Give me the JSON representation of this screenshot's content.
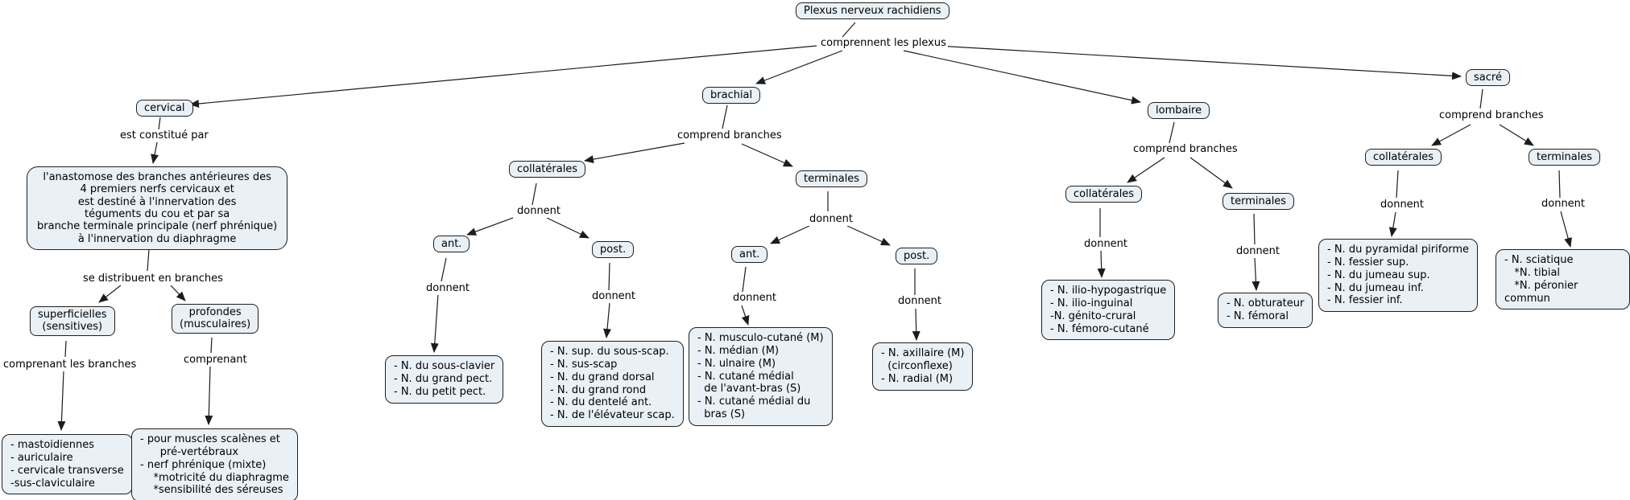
{
  "colors": {
    "node_fill": "#e9f0f6",
    "node_border": "#1f1f1f",
    "line": "#1c1c1c",
    "background": "#ffffff",
    "text": "#000000"
  },
  "root": {
    "title": "Plexus nerveux rachidiens",
    "link": "comprennent les plexus"
  },
  "cervical": {
    "name": "cervical",
    "link_constitue": "est constitué par",
    "description": "l'anastomose des branches antérieures des\n4 premiers nerfs cervicaux et\nest destiné à l'innervation des\ntéguments du cou et par sa\nbranche terminale principale (nerf phrénique)\nà l'innervation du diaphragme",
    "link_distribuent": "se distribuent en branches",
    "superficielles": {
      "name": "superficielles\n(sensitives)",
      "link": "comprenant les branches",
      "list": "- mastoidiennes\n- auriculaire\n- cervicale transverse\n-sus-claviculaire"
    },
    "profondes": {
      "name": "profondes\n(musculaires)",
      "link": "comprenant",
      "list": "- pour muscles scalènes et\n      pré-vertébraux\n- nerf phrénique (mixte)\n    *motricité du diaphragme\n    *sensibilité des séreuses"
    }
  },
  "brachial": {
    "name": "brachial",
    "link": "comprend branches",
    "collaterales": {
      "name": "collatérales",
      "link": "donnent",
      "ant": {
        "name": "ant.",
        "link": "donnent",
        "list": "- N. du sous-clavier\n- N. du grand pect.\n- N. du petit pect."
      },
      "post": {
        "name": "post.",
        "link": "donnent",
        "list": "- N. sup. du sous-scap.\n- N. sus-scap\n- N. du grand dorsal\n- N. du grand rond\n- N. du dentelé ant.\n- N. de l'élévateur scap."
      }
    },
    "terminales": {
      "name": "terminales",
      "link": "donnent",
      "ant": {
        "name": "ant.",
        "link": "donnent",
        "list": "- N. musculo-cutané (M)\n- N. médian (M)\n- N. ulnaire (M)\n- N. cutané médial\n  de l'avant-bras (S)\n- N. cutané médial du\n  bras (S)"
      },
      "post": {
        "name": "post.",
        "link": "donnent",
        "list": "- N. axillaire (M)\n  (circonflexe)\n- N. radial (M)"
      }
    }
  },
  "lombaire": {
    "name": "lombaire",
    "link": "comprend branches",
    "collaterales": {
      "name": "collatérales",
      "link": "donnent",
      "list": "- N. ilio-hypogastrique\n- N. ilio-inguinal\n-N. génito-crural\n- N. fémoro-cutané"
    },
    "terminales": {
      "name": "terminales",
      "link": "donnent",
      "list": "- N. obturateur\n- N. fémoral"
    }
  },
  "sacre": {
    "name": "sacré",
    "link": "comprend branches",
    "collaterales": {
      "name": "collatérales",
      "link": "donnent",
      "list": "- N. du pyramidal piriforme\n- N. fessier sup.\n- N. du jumeau sup.\n- N. du jumeau inf.\n- N. fessier inf."
    },
    "terminales": {
      "name": "terminales",
      "link": "donnent",
      "list": "- N. sciatique\n   *N. tibial\n   *N. péronier commun"
    }
  }
}
